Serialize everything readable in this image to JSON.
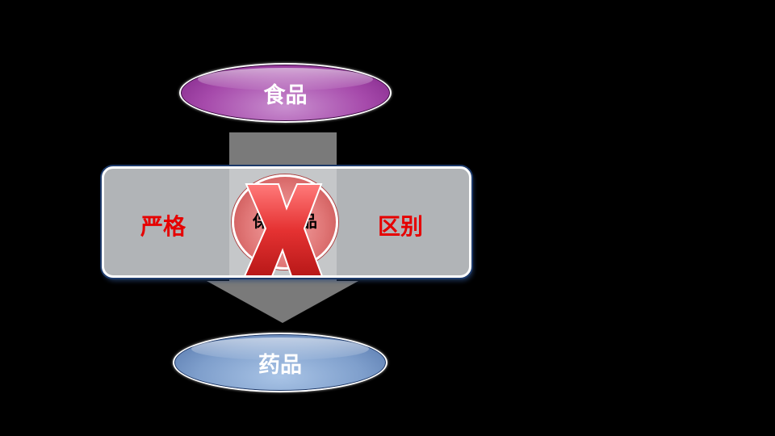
{
  "diagram": {
    "top_node": {
      "label": "食品"
    },
    "bottom_node": {
      "label": "药品"
    },
    "band": {
      "left_label": "严格",
      "right_label": "区别",
      "center_label": "保健食品",
      "center_mark": "X"
    },
    "colors": {
      "background": "#000000",
      "top_node": "#a64aab",
      "bottom_node": "#7f9fcc",
      "band": "#b1b4b7",
      "arrow": "#7a7a7a",
      "emphasis_text": "#e60000",
      "cross": "#e03030"
    }
  }
}
